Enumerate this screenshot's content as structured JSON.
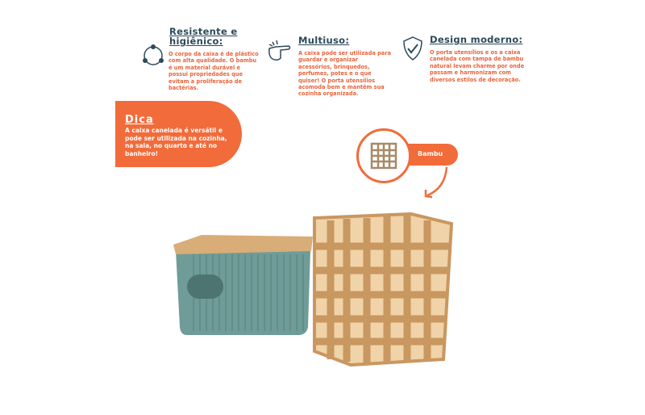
{
  "features": [
    {
      "title": "Resistente e higiênico:",
      "icon": "cycle-icon",
      "text": "O corpo da caixa é de plástico com alta qualidade. O bambu é um material durável e possui propriedades que evitam a proliferação de bactérias."
    },
    {
      "title": "Multiuso:",
      "icon": "pointing-hand-icon",
      "text": "A caixa pode ser utilizada para guardar e organizar acessórios, brinquedos, perfumes, potes e o que quiser! O porta utensílios acomoda bem e mantêm sua cozinha organizada."
    },
    {
      "title": "Design moderno:",
      "icon": "shield-check-icon",
      "text": "O porta utensílios e os a caixa canelada com tampa de bambu natural levam charme por onde passam e harmonizam com diversos estilos de decoração."
    }
  ],
  "tip": {
    "title": "Dica",
    "text": "A caixa canelada é versátil e pode ser utilizada na cozinha, na sala, no quarto e até no banheiro!"
  },
  "callout": {
    "label": "Bambu"
  },
  "colors": {
    "accent": "#f26b3a",
    "heading": "#2d4a5a",
    "box": "#6f9c98",
    "bamboo": "#d9ad78"
  }
}
